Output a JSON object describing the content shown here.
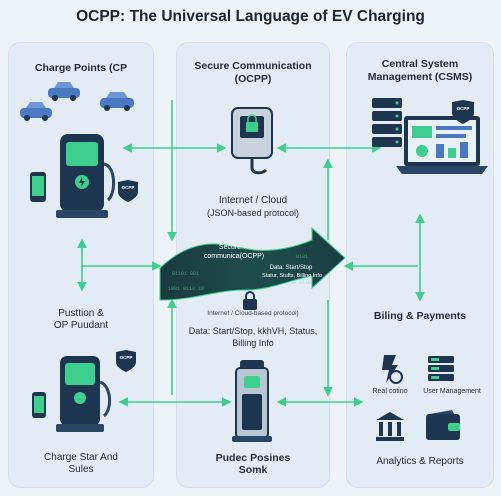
{
  "title": "OCPP: The Universal Language of EV Charging",
  "left": {
    "heading": "Charge Points (CP",
    "middle_label_1": "Pusttion &",
    "middle_label_2": "OP Puudant",
    "bottom_label_1": "Charge Star And",
    "bottom_label_2": "Sules",
    "badge_1": "OCPP",
    "badge_2": "OCPP"
  },
  "middle": {
    "heading_1": "Secure Communication",
    "heading_2": "(OCPP)",
    "cloud_label": "Internet / Cloud",
    "cloud_sub": "(JSON-based protocol)",
    "arrow_text_1": "Secure",
    "arrow_text_2": "communica(OCPP)",
    "arrow_data_1": "Data: Start/Stop",
    "arrow_data_2": "Statur, Stufts, Billing Info",
    "protocol_small": "Internet / Cloud-based protocol)",
    "data_line_1": "Data: Start/Stop, kkhVH, Status,",
    "data_line_2": "Billing Info",
    "bottom_label_1": "Pudec Posines",
    "bottom_label_2": "Somk"
  },
  "right": {
    "heading_1": "Central System",
    "heading_2": "Management (CSMS)",
    "badge": "OCPP",
    "billing": "Biling & Payments",
    "icon_realtime": "Real cotino",
    "icon_user": "User Management",
    "analytics": "Analytics & Reports"
  },
  "colors": {
    "accent_green": "#3ecf8e",
    "navy": "#1e3550",
    "panel": "#e3ebf4"
  }
}
